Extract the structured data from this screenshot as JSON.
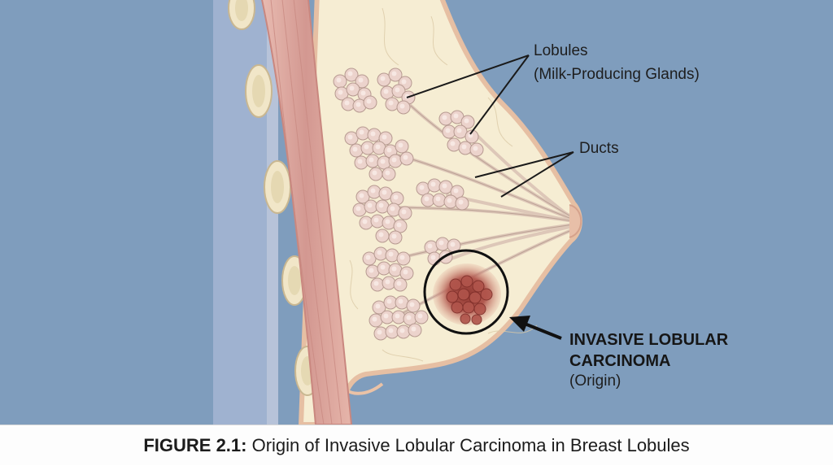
{
  "labels": {
    "lobules_line1": "Lobules",
    "lobules_line2": "(Milk-Producing Glands)",
    "ducts": "Ducts",
    "ilc_line1": "INVASIVE LOBULAR",
    "ilc_line2": "CARCINOMA",
    "ilc_origin": "(Origin)"
  },
  "caption": {
    "prefix": "FIGURE 2.1:",
    "text": " Origin of Invasive Lobular Carcinoma in Breast Lobules"
  },
  "colors": {
    "background_blue": "#7f9dbd",
    "breast_tissue": "#f6edd3",
    "skin_outline": "#eac2a6",
    "muscle": "#d79e96",
    "rib_bone": "#f1e6c8",
    "lobule_fill": "#ecd2cc",
    "tumor": "#a4453f",
    "annotation_line": "#1a1a1a"
  },
  "icons": {
    "tumor_marker": "circle-highlight",
    "pointer": "arrow-left"
  }
}
